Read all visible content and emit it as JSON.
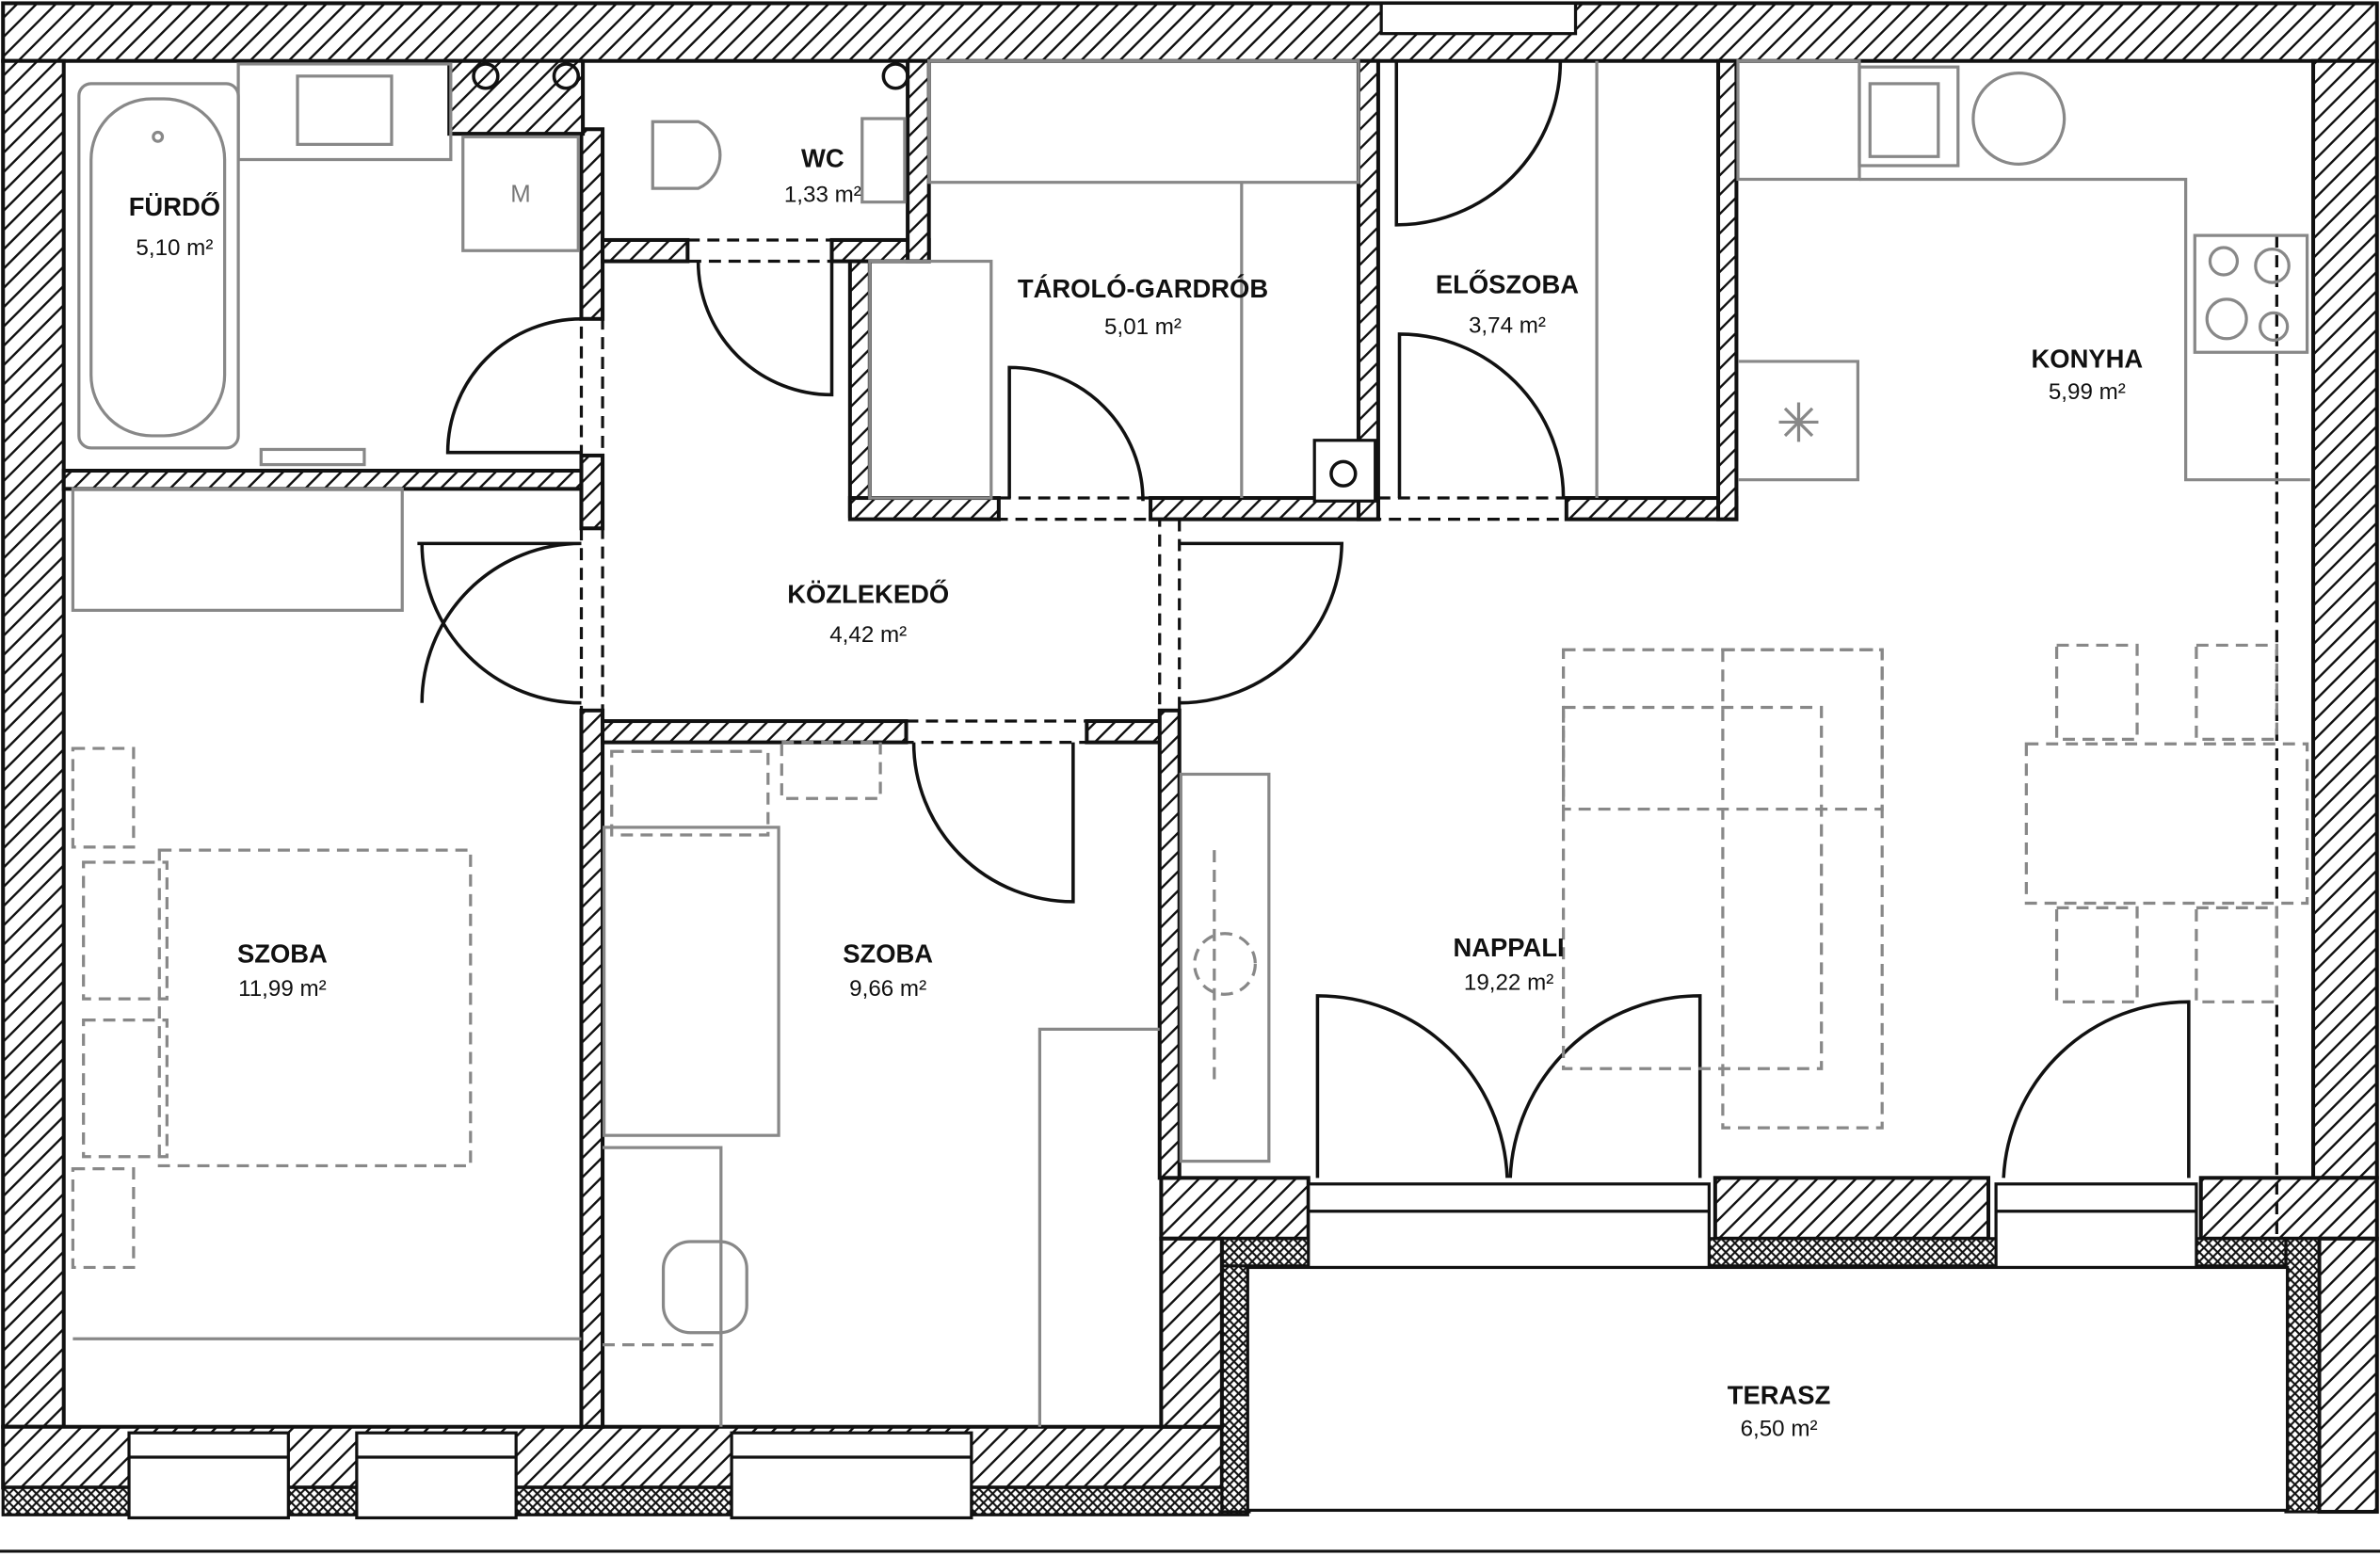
{
  "plan": {
    "rooms": [
      {
        "id": "furdo",
        "name": "FÜRDŐ",
        "area": "5,10 m²"
      },
      {
        "id": "wc",
        "name": "WC",
        "area": "1,33 m²"
      },
      {
        "id": "tarolo",
        "name": "TÁROLÓ-GARDRÓB",
        "area": "5,01 m²"
      },
      {
        "id": "eloszoba",
        "name": "ELŐSZOBA",
        "area": "3,74 m²"
      },
      {
        "id": "konyha",
        "name": "KONYHA",
        "area": "5,99 m²"
      },
      {
        "id": "kozlekedo",
        "name": "KÖZLEKEDŐ",
        "area": "4,42 m²"
      },
      {
        "id": "szoba1",
        "name": "SZOBA",
        "area": "11,99 m²"
      },
      {
        "id": "szoba2",
        "name": "SZOBA",
        "area": "9,66 m²"
      },
      {
        "id": "nappali",
        "name": "NAPPALI",
        "area": "19,22 m²"
      },
      {
        "id": "terasz",
        "name": "TERASZ",
        "area": "6,50 m²"
      }
    ],
    "washer_label": "M"
  }
}
